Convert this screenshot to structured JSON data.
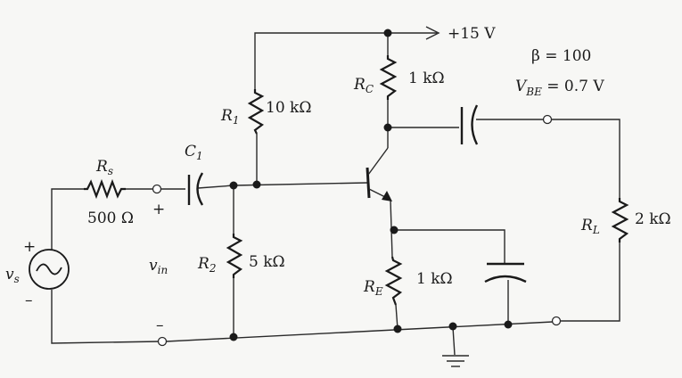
{
  "supply": {
    "voltage": "+15 V"
  },
  "params": {
    "beta": "β = 100",
    "vbe_name": "V",
    "vbe_sub": "BE",
    "vbe_value": " = 0.7 V"
  },
  "components": {
    "R1": {
      "name": "R",
      "sub": "1",
      "value": "10 kΩ"
    },
    "R2": {
      "name": "R",
      "sub": "2",
      "value": "5 kΩ"
    },
    "RC": {
      "name": "R",
      "sub": "C",
      "value": "1 kΩ"
    },
    "RE": {
      "name": "R",
      "sub": "E",
      "value": "1 kΩ"
    },
    "RL": {
      "name": "R",
      "sub": "L",
      "value": "2 kΩ"
    },
    "Rs": {
      "name": "R",
      "sub": "s",
      "value": "500 Ω"
    },
    "C1": {
      "name": "C",
      "sub": "1"
    }
  },
  "source": {
    "name": "v",
    "sub": "s",
    "plus": "+",
    "minus": "–"
  },
  "input": {
    "name": "v",
    "sub": "in",
    "plus": "+",
    "minus": "–"
  }
}
